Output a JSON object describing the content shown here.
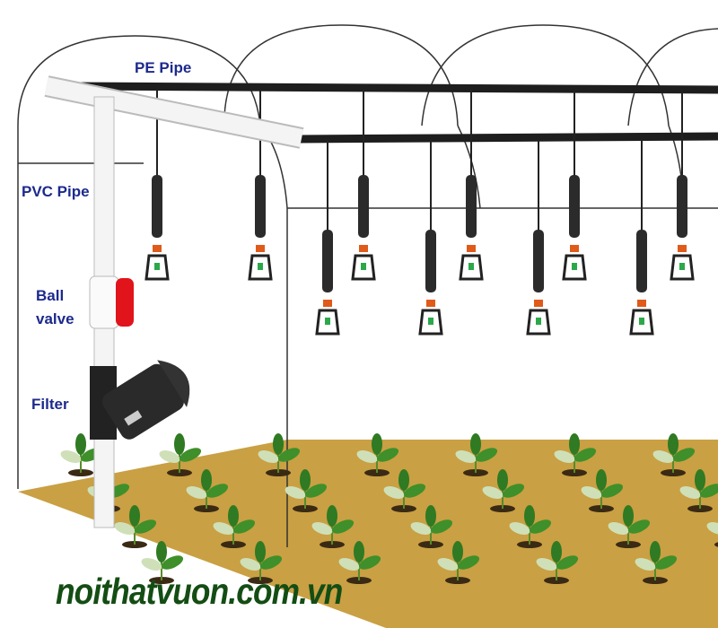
{
  "labels": {
    "pe_pipe": "PE Pipe",
    "pvc_pipe": "PVC Pipe",
    "ball_valve_line1": "Ball",
    "ball_valve_line2": "valve",
    "filter": "Filter"
  },
  "watermark": "noithatvuon.com.vn",
  "colors": {
    "label": "#1c2a8c",
    "watermark": "#144d14",
    "soil": "#c9a043",
    "pe_pipe": "#1e1e1e",
    "pvc_pipe": "#f2f2f2",
    "valve_handle": "#e0141a",
    "plant": "#3f8f2a"
  }
}
